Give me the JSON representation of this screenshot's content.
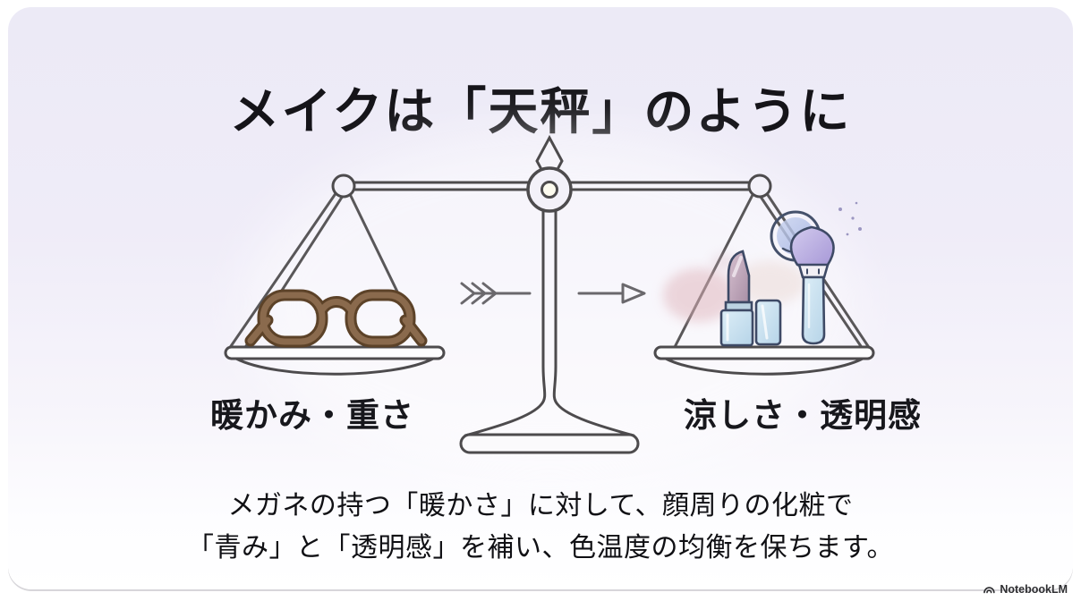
{
  "slide": {
    "title": "メイクは「天秤」のように",
    "scale": {
      "left_label": "暖かみ・重さ",
      "right_label": "涼しさ・透明感",
      "left_item": "glasses",
      "right_items": [
        "lipstick",
        "lipstick-cap",
        "makeup-brush",
        "powder-compact"
      ]
    },
    "caption": {
      "line1": "メガネの持つ「暖かさ」に対して、顔周りの化粧で",
      "line2": "「青み」と「透明感」を補い、色温度の均衡を保ちます。"
    }
  },
  "watermark": {
    "label": "NotebookLM"
  },
  "colors": {
    "outer_background": "#ffffff",
    "card_gradient_top": "#eceaf6",
    "card_gradient_bottom": "#ffffff",
    "scale_line": "#4d4b4d",
    "text": "#141418",
    "glasses_brown": "#8a6a4d",
    "glasses_brown_dark": "#5c4228",
    "makeup_outline": "#3e4a66",
    "lipstick_mauve": "#c3a8ba",
    "tube_blue": "#c4dcec",
    "brush_purple": "#b3a5dc",
    "compact_blue": "#b8c8ea",
    "smudge_pink": "#dfb3ba"
  }
}
